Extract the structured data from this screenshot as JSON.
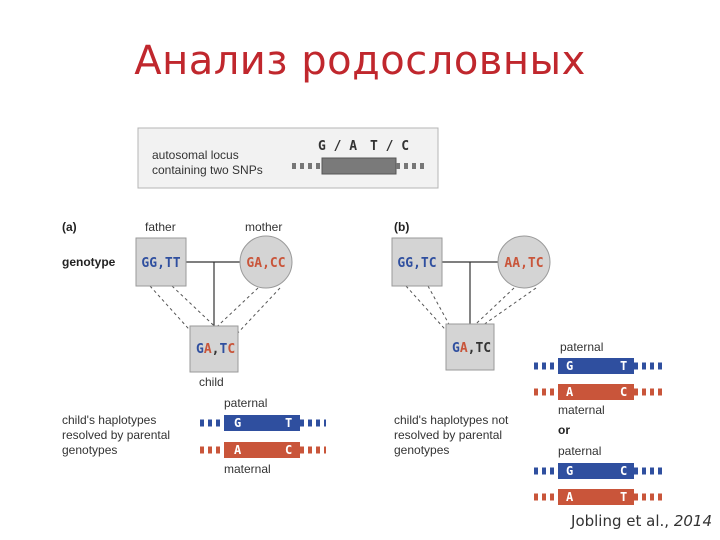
{
  "slide": {
    "title": "Анализ родословных",
    "citation_authors": "Jobling et al., ",
    "citation_year": "2014"
  },
  "locus": {
    "label_line1": "autosomal locus",
    "label_line2": "containing two SNPs",
    "snp1": "G / A",
    "snp2": "T / C"
  },
  "panel_a": {
    "tag": "(a)",
    "father_label": "father",
    "mother_label": "mother",
    "genotype_label": "genotype",
    "father_genotype": "GG,TT",
    "mother_genotype": "GA,CC",
    "child_allele_1": "G",
    "child_allele_2": "A",
    "child_sep": ",",
    "child_allele_3": "T",
    "child_allele_4": "C",
    "child_label": "child",
    "resolution_line1": "child's haplotypes",
    "resolution_line2": "resolved by parental",
    "resolution_line3": "genotypes",
    "paternal_label": "paternal",
    "maternal_label": "maternal",
    "paternal_alleles": [
      "G",
      "T"
    ],
    "maternal_alleles": [
      "A",
      "C"
    ]
  },
  "panel_b": {
    "tag": "(b)",
    "father_genotype": "GG,TC",
    "mother_genotype": "AA,TC",
    "child_allele_1": "G",
    "child_allele_2": "A",
    "child_rest": ",TC",
    "resolution_line1": "child's haplotypes not",
    "resolution_line2": "resolved by parental",
    "resolution_line3": "genotypes",
    "or_label": "or",
    "option1_paternal_label": "paternal",
    "option1_maternal_label": "maternal",
    "option1_paternal_alleles": [
      "G",
      "T"
    ],
    "option1_maternal_alleles": [
      "A",
      "C"
    ],
    "option2_paternal_label": "paternal",
    "option2_paternal_alleles": [
      "G",
      "C"
    ],
    "option2_maternal_alleles": [
      "A",
      "T"
    ]
  },
  "colors": {
    "title": "#c0272d",
    "paternal": "#2f4f9f",
    "maternal": "#c9553a",
    "node_fill": "#d4d4d4",
    "node_stroke": "#9a9a9a"
  }
}
